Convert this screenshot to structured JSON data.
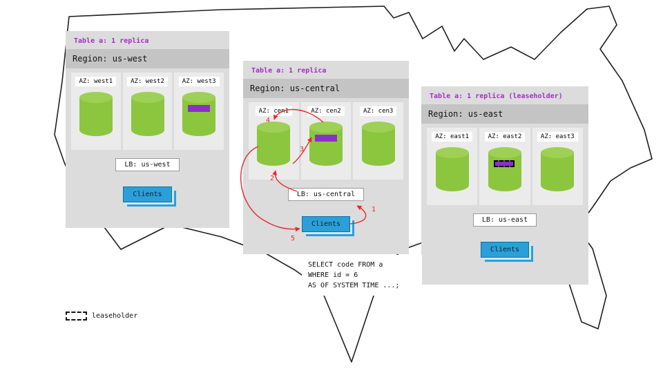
{
  "legend": {
    "label": "leaseholder"
  },
  "sql_box": {
    "line1": "SELECT code FROM a",
    "line2": "WHERE id = 6",
    "line3": "AS OF SYSTEM TIME ...;"
  },
  "flow_steps": {
    "s1": "1",
    "s2": "2",
    "s3": "3",
    "s4": "4",
    "s5": "5"
  },
  "colors": {
    "panel_bg": "#dcdcdc",
    "region_band_bg": "#c4c4c4",
    "az_bg": "#ebebeb",
    "cylinder_green": "#8cc63e",
    "replica_purple": "#8b2fc9",
    "table_label_purple": "#a22fc4",
    "clients_blue": "#2b9fd9",
    "arrow_red": "#e8272c"
  },
  "regions": [
    {
      "table_label": "Table a: 1 replica",
      "region_label": "Region: us-west",
      "azs": [
        {
          "label": "AZ: west1",
          "replica": false,
          "leaseholder": false
        },
        {
          "label": "AZ: west2",
          "replica": false,
          "leaseholder": false
        },
        {
          "label": "AZ: west3",
          "replica": true,
          "leaseholder": false
        }
      ],
      "lb_label": "LB: us-west",
      "clients_label": "Clients"
    },
    {
      "table_label": "Table a: 1 replica",
      "region_label": "Region: us-central",
      "azs": [
        {
          "label": "AZ: cen1",
          "replica": false,
          "leaseholder": false
        },
        {
          "label": "AZ: cen2",
          "replica": true,
          "leaseholder": false
        },
        {
          "label": "AZ: cen3",
          "replica": false,
          "leaseholder": false
        }
      ],
      "lb_label": "LB: us-central",
      "clients_label": "Clients"
    },
    {
      "table_label": "Table a: 1 replica (leaseholder)",
      "region_label": "Region: us-east",
      "azs": [
        {
          "label": "AZ: east1",
          "replica": false,
          "leaseholder": false
        },
        {
          "label": "AZ: east2",
          "replica": true,
          "leaseholder": true
        },
        {
          "label": "AZ: east3",
          "replica": false,
          "leaseholder": false
        }
      ],
      "lb_label": "LB: us-east",
      "clients_label": "Clients"
    }
  ]
}
